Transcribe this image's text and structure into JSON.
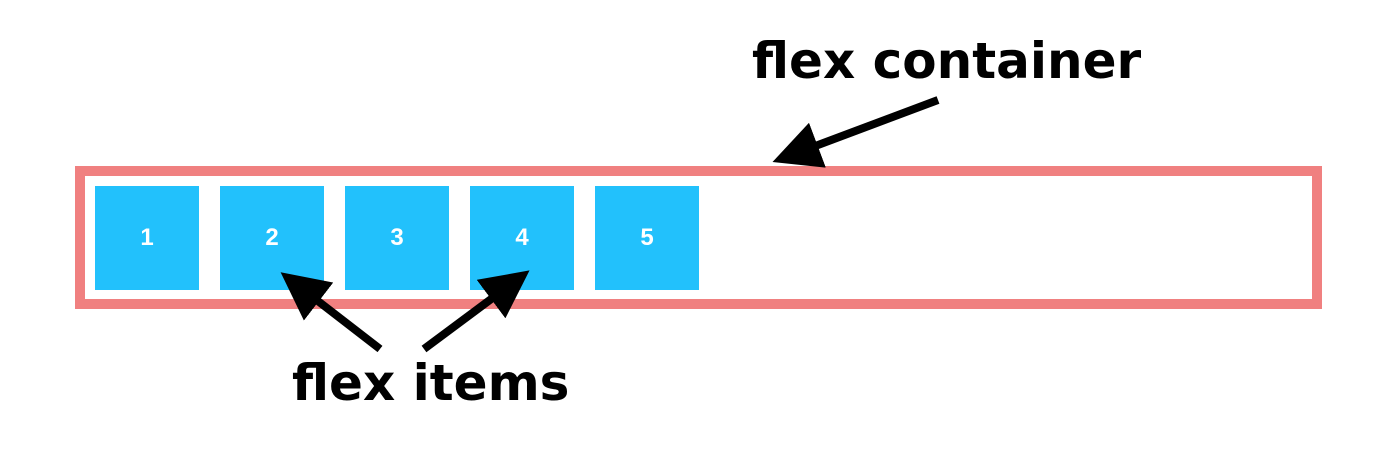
{
  "labels": {
    "container": "flex container",
    "items": "flex items"
  },
  "items": [
    "1",
    "2",
    "3",
    "4",
    "5"
  ],
  "colors": {
    "container_border": "#f08080",
    "item_fill": "#22c1fc",
    "item_text": "#ffffff",
    "arrow": "#000000",
    "label_text": "#000000"
  }
}
